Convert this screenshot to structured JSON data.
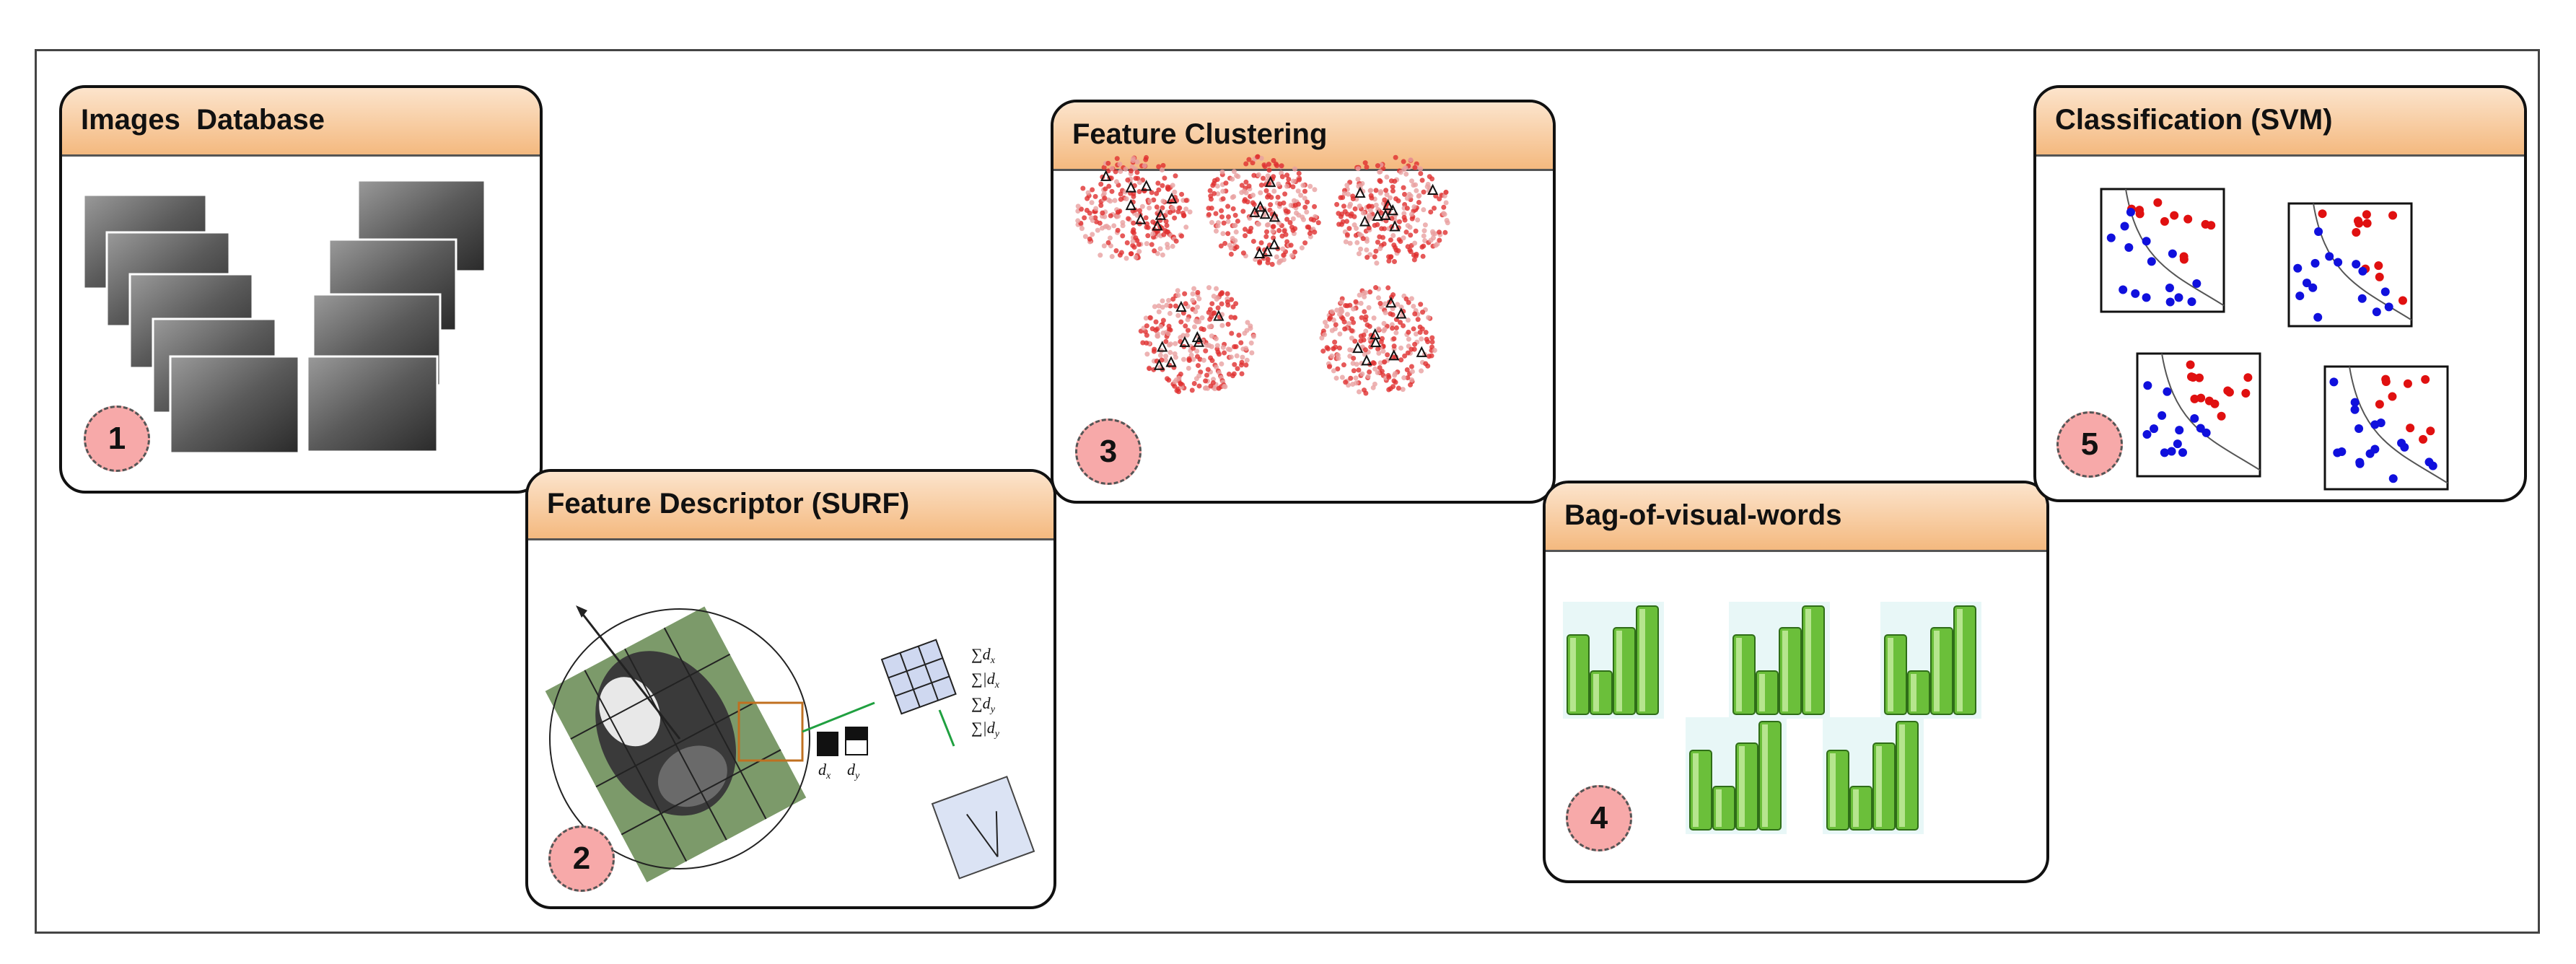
{
  "panels": [
    {
      "id": "images-database",
      "title": "Images  Database",
      "step": "1"
    },
    {
      "id": "feature-descriptor",
      "title": "Feature Descriptor (SURF)",
      "step": "2"
    },
    {
      "id": "feature-clustering",
      "title": "Feature Clustering",
      "step": "3"
    },
    {
      "id": "bag-of-visual-words",
      "title": "Bag-of-visual-words",
      "step": "4"
    },
    {
      "id": "classification",
      "title": "Classification (SVM)",
      "step": "5"
    }
  ],
  "surf_labels": {
    "dx_box": "d",
    "dx_sub": "x",
    "dy_box": "d",
    "dy_sub": "y",
    "sum1": "∑d",
    "sum1_sub": "x",
    "sum2": "∑|d",
    "sum2_sub": "x",
    "sum3": "∑d",
    "sum3_sub": "y",
    "sum4": "∑|d",
    "sum4_sub": "y"
  },
  "colors": {
    "header_top": "#fce4cc",
    "header_bottom": "#f4b97f",
    "badge": "#f7a9a9",
    "cluster_red": "#e03030",
    "svm_red": "#e01010",
    "svm_blue": "#1010dd",
    "bar_green": "#6bbf3a"
  }
}
